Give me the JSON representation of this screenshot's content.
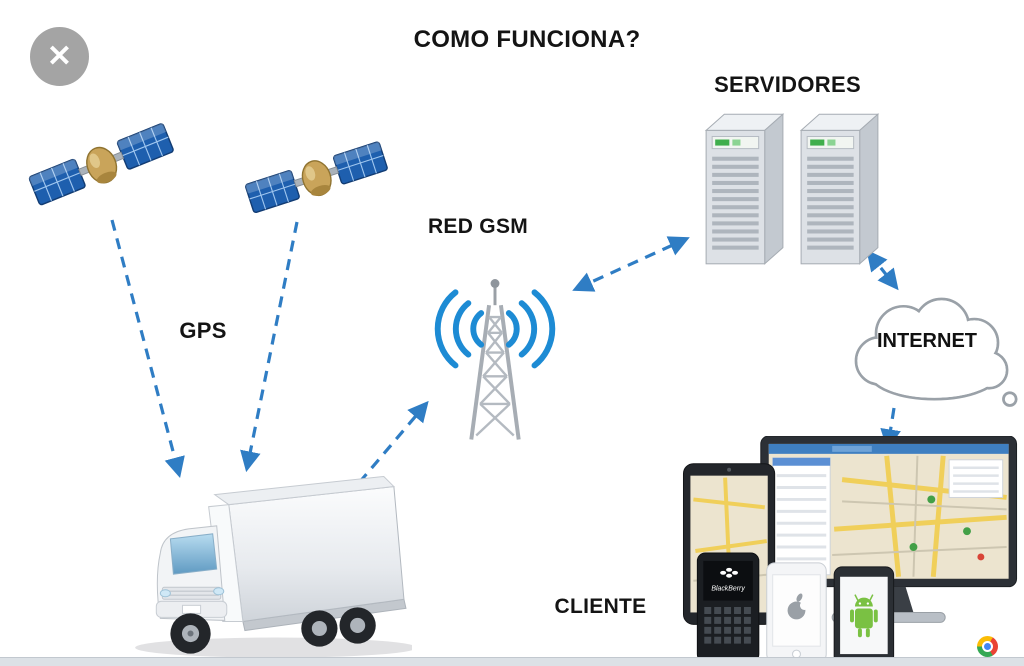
{
  "header": {
    "title": "COMO FUNCIONA?"
  },
  "nodes": {
    "gps": {
      "label": "GPS"
    },
    "red_gsm": {
      "label": "RED GSM"
    },
    "servidores": {
      "label": "SERVIDORES"
    },
    "internet": {
      "label": "INTERNET"
    },
    "cliente": {
      "label": "CLIENTE"
    }
  },
  "devices": {
    "blackberry_label": "BlackBerry"
  },
  "icons": {
    "close_glyph": "✕",
    "close": "close-icon",
    "satellite": "gps-satellite-icon",
    "truck": "delivery-truck-icon",
    "gsm_tower": "gsm-antenna-tower-icon",
    "servers": "server-towers-icon",
    "cloud": "internet-cloud-icon",
    "client_devices": "client-devices-icon",
    "chrome": "chrome-logo-icon"
  },
  "colors": {
    "background": "#ffffff",
    "arrow": "#2f7dc4",
    "text": "#141414",
    "wave_blue": "#1d8bd4",
    "satellite_panel": "#1e5fae",
    "bottom_bar": "#dce1e6"
  },
  "connections": [
    {
      "from": "satellite-left",
      "to": "truck",
      "style": "dashed",
      "direction": "one-way"
    },
    {
      "from": "satellite-right",
      "to": "truck",
      "style": "dashed",
      "direction": "one-way"
    },
    {
      "from": "truck",
      "to": "gsm-tower",
      "style": "dashed",
      "direction": "one-way"
    },
    {
      "from": "gsm-tower",
      "to": "servidores",
      "style": "dashed",
      "direction": "two-way"
    },
    {
      "from": "servidores",
      "to": "internet",
      "style": "dashed",
      "direction": "two-way"
    },
    {
      "from": "internet",
      "to": "cliente",
      "style": "dashed",
      "direction": "one-way"
    }
  ]
}
